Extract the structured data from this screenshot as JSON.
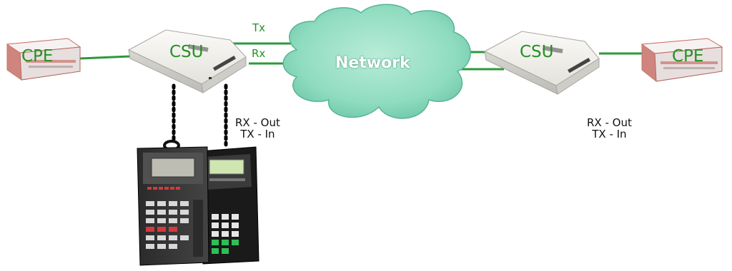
{
  "diagram": {
    "left_cpe_label": "CPE",
    "left_csu_label": "CSU",
    "tx_label": "Tx",
    "rx_label": "Rx",
    "network_label": "Network",
    "right_csu_label": "CSU",
    "right_cpe_label": "CPE",
    "left_port_line1": "RX - Out",
    "left_port_line2": "TX - In",
    "right_port_line1": "RX - Out",
    "right_port_line2": "TX - In"
  },
  "colors": {
    "link": "#2a9a3a",
    "cloud_fill": "#8fdcc0",
    "cloud_edge": "#58b596",
    "csu_body": "#eeece8",
    "cpe_wall": "#c9736a",
    "label_green": "#239223"
  }
}
